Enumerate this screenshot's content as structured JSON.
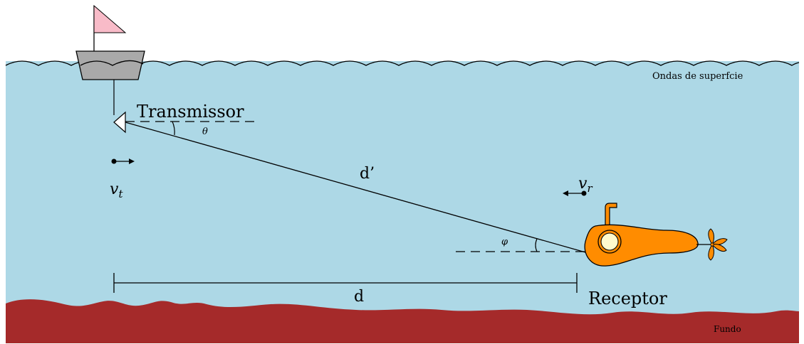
{
  "labels": {
    "transmitter": "Transmissor",
    "receiver": "Receptor",
    "surface": "Ondas de superfcie",
    "bottom": "Fundo",
    "slant_distance": "d’",
    "horizontal_distance": "d",
    "theta": "θ",
    "phi": "φ",
    "v_t": "v",
    "v_t_sub": "t",
    "v_r": "v",
    "v_r_sub": "r"
  },
  "colors": {
    "water": "#add8e6",
    "seabed": "#a52a2a",
    "submarine": "#ff8c00",
    "porthole": "#fffacd",
    "flag": "#f8bbc8",
    "boat": "#a9a9a9",
    "line": "#000000"
  }
}
